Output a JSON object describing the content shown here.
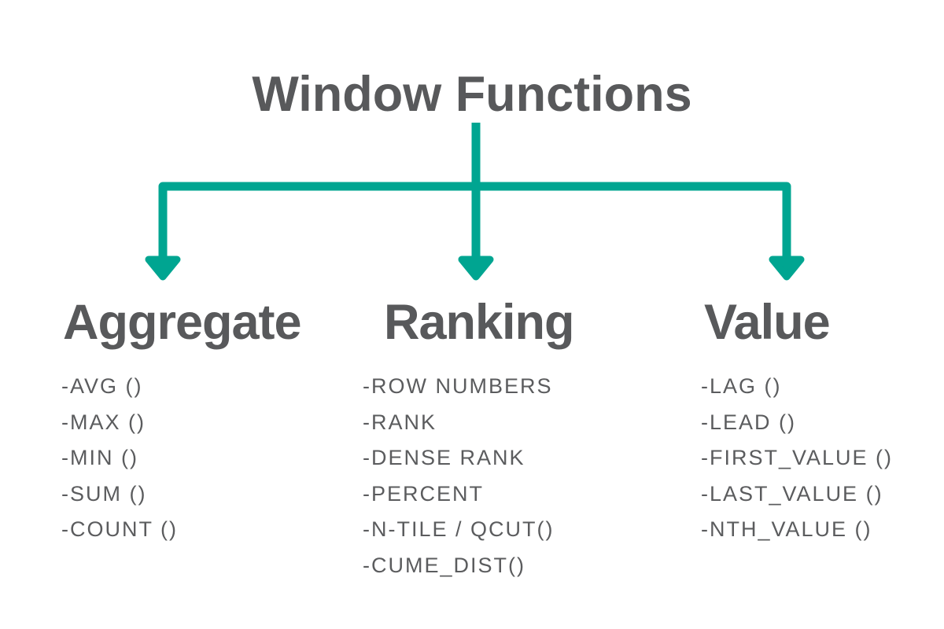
{
  "title": "Window Functions",
  "colors": {
    "accent": "#00A591",
    "heading": "#58595B",
    "text": "#5B5C5E"
  },
  "columns": [
    {
      "heading": "Aggregate",
      "items": [
        "-AVG ()",
        "-MAX ()",
        "-MIN ()",
        "-SUM ()",
        "-COUNT ()"
      ]
    },
    {
      "heading": "Ranking",
      "items": [
        "-ROW NUMBERS",
        "-RANK",
        "-DENSE RANK",
        "-PERCENT",
        "-N-TILE / QCUT()",
        "-CUME_DIST()"
      ]
    },
    {
      "heading": "Value",
      "items": [
        "-LAG ()",
        "-LEAD ()",
        "-FIRST_VALUE ()",
        "-LAST_VALUE ()",
        "-NTH_VALUE ()"
      ]
    }
  ]
}
